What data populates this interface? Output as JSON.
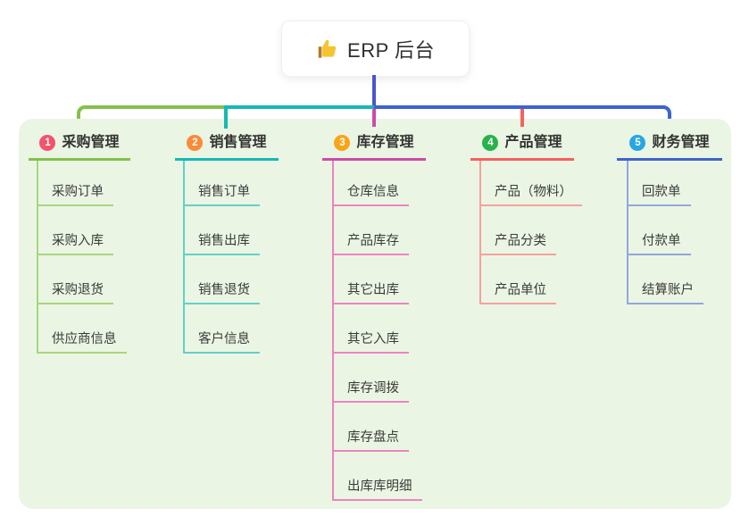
{
  "root": {
    "title": "ERP 后台",
    "icon": "thumbs-up-icon"
  },
  "canvas": {
    "background": "#ffffff",
    "panel_background": "#eaf6e3",
    "root_connector_color": "#4a55cc"
  },
  "branches": [
    {
      "badge": "1",
      "label": "采购管理",
      "badge_color": "#f2536e",
      "line_color": "#85c04c",
      "child_line_color": "#a9d57d",
      "children": [
        "采购订单",
        "采购入库",
        "采购退货",
        "供应商信息"
      ]
    },
    {
      "badge": "2",
      "label": "销售管理",
      "badge_color": "#fb8a3c",
      "line_color": "#16b9b3",
      "child_line_color": "#64cfc9",
      "children": [
        "销售订单",
        "销售出库",
        "销售退货",
        "客户信息"
      ]
    },
    {
      "badge": "3",
      "label": "库存管理",
      "badge_color": "#faa41b",
      "line_color": "#ce4ba6",
      "child_line_color": "#ef82c2",
      "children": [
        "仓库信息",
        "产品库存",
        "其它出库",
        "其它入库",
        "库存调拨",
        "库存盘点",
        "出库库明细"
      ]
    },
    {
      "badge": "4",
      "label": "产品管理",
      "badge_color": "#27b24b",
      "line_color": "#f85f5f",
      "child_line_color": "#f99f9f",
      "children": [
        "产品（物料）",
        "产品分类",
        "产品单位"
      ]
    },
    {
      "badge": "5",
      "label": "财务管理",
      "badge_color": "#28a6e4",
      "line_color": "#3e63cf",
      "child_line_color": "#93a6dd",
      "children": [
        "回款单",
        "付款单",
        "结算账户"
      ]
    }
  ]
}
